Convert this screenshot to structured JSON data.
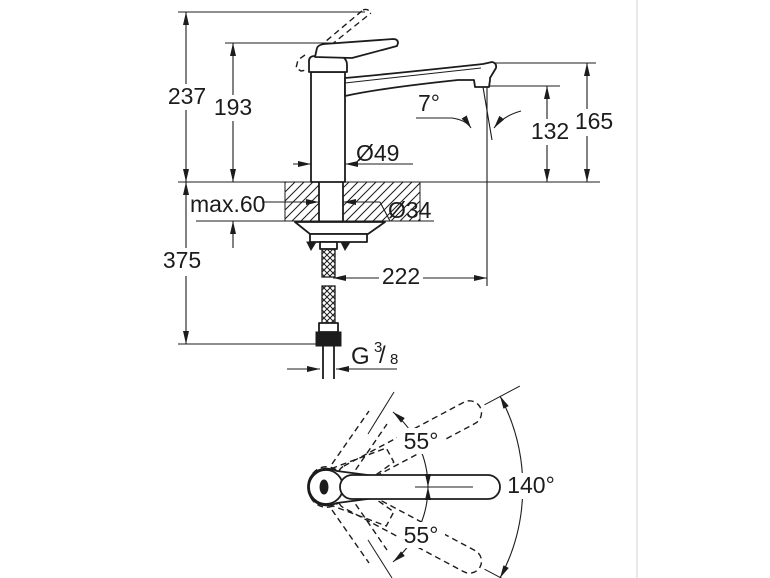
{
  "page": {
    "background": "#ffffff",
    "line_color": "#1c1c1c",
    "divider_color": "#e2e2e2"
  },
  "side_view": {
    "dims": {
      "total_height": "237",
      "handle_height": "193",
      "deck_thickness": "max.60",
      "below_deck_length": "375",
      "body_diameter": "Ø49",
      "shank_diameter": "Ø34",
      "spout_angle": "7°",
      "outlet_height": "132",
      "spout_top_height": "165",
      "spout_reach": "222",
      "thread_prefix": "G",
      "thread_numerator": "3",
      "thread_slash": "/",
      "thread_denominator": "8"
    }
  },
  "top_view": {
    "swivel_upper": "55°",
    "swivel_lower": "55°",
    "swivel_total": "140°"
  }
}
